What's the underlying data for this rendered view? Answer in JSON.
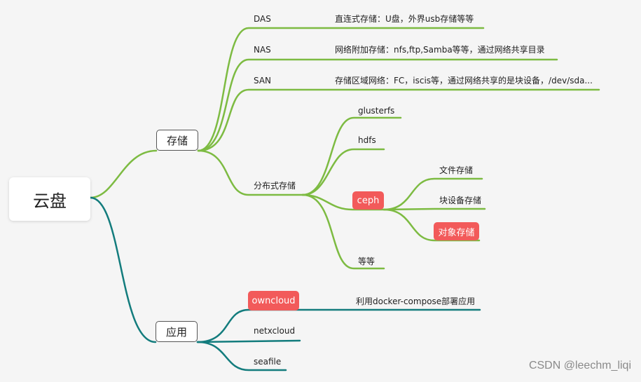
{
  "root": {
    "label": "云盘"
  },
  "storage": {
    "label": "存储",
    "das": {
      "label": "DAS",
      "desc": "直连式存储：U盘，外界usb存储等等"
    },
    "nas": {
      "label": "NAS",
      "desc": "网络附加存储：nfs,ftp,Samba等等，通过网络共享目录"
    },
    "san": {
      "label": "SAN",
      "desc": "存储区域网络：FC，iscis等，通过网络共享的是块设备，/dev/sda..."
    },
    "distributed": {
      "label": "分布式存储",
      "glusterfs": "glusterfs",
      "hdfs": "hdfs",
      "ceph": {
        "label": "ceph",
        "file": "文件存储",
        "block": "块设备存储",
        "object": "对象存储"
      },
      "etc": "等等"
    }
  },
  "apps": {
    "label": "应用",
    "owncloud": {
      "label": "owncloud",
      "desc": "利用docker-compose部署应用"
    },
    "netxcloud": "netxcloud",
    "seafile": "seafile"
  },
  "watermark": "CSDN @leechm_liqi",
  "colors": {
    "green": "#7dbb42",
    "teal": "#137c7d",
    "red": "#f25a5a"
  }
}
